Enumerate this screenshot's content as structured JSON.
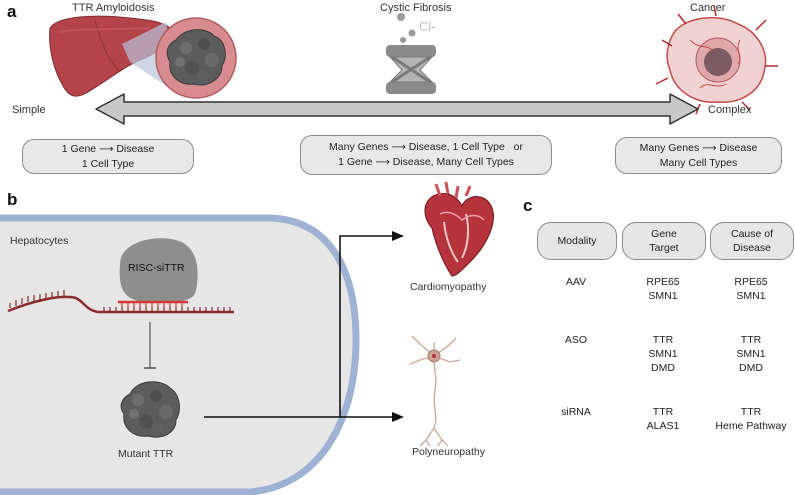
{
  "panel_a": {
    "letter": "a",
    "diseases": {
      "ttr": "TTR Amyloidosis",
      "cf": "Cystic Fibrosis",
      "cancer": "Cancer"
    },
    "ion_label": "Cl-",
    "axis": {
      "left": "Simple",
      "right": "Complex"
    },
    "boxes": {
      "simple": {
        "line1_a": "1 Gene",
        "line1_b": "Disease",
        "line2": "1 Cell Type"
      },
      "middle": {
        "line1_a": "Many Genes",
        "line1_b": "Disease, 1 Cell Type",
        "line1_c": "or",
        "line2_a": "1 Gene",
        "line2_b": "Disease, Many Cell Types"
      },
      "complex": {
        "line1_a": "Many Genes",
        "line1_b": "Disease",
        "line2": "Many Cell Types"
      }
    }
  },
  "panel_b": {
    "letter": "b",
    "cell_label": "Hepatocytes",
    "complex_label": "RISC-siTTR",
    "protein_label": "Mutant TTR",
    "outcomes": [
      "Cardiomyopathy",
      "Polyneuropathy"
    ]
  },
  "panel_c": {
    "letter": "c",
    "headers": [
      {
        "line1": "Modality",
        "line2": ""
      },
      {
        "line1": "Gene",
        "line2": "Target"
      },
      {
        "line1": "Cause of",
        "line2": "Disease"
      }
    ],
    "rows": [
      {
        "modality": "AAV",
        "target": [
          "RPE65",
          "SMN1"
        ],
        "cause": [
          "RPE65",
          "SMN1"
        ]
      },
      {
        "modality": "ASO",
        "target": [
          "TTR",
          "SMN1",
          "DMD"
        ],
        "cause": [
          "TTR",
          "SMN1",
          "DMD"
        ]
      },
      {
        "modality": "siRNA",
        "target": [
          "TTR",
          "ALAS1"
        ],
        "cause": [
          "TTR",
          "Heme Pathway"
        ]
      }
    ]
  },
  "colors": {
    "liver": "#b5434a",
    "membrane": "#9fb2d4",
    "cytoplasm": "#e6e6e6",
    "rna": "#8b2a2a",
    "sirna": "#d8353b",
    "risc": "#8e8e8e",
    "arrow_fill": "#c8c8c8"
  }
}
